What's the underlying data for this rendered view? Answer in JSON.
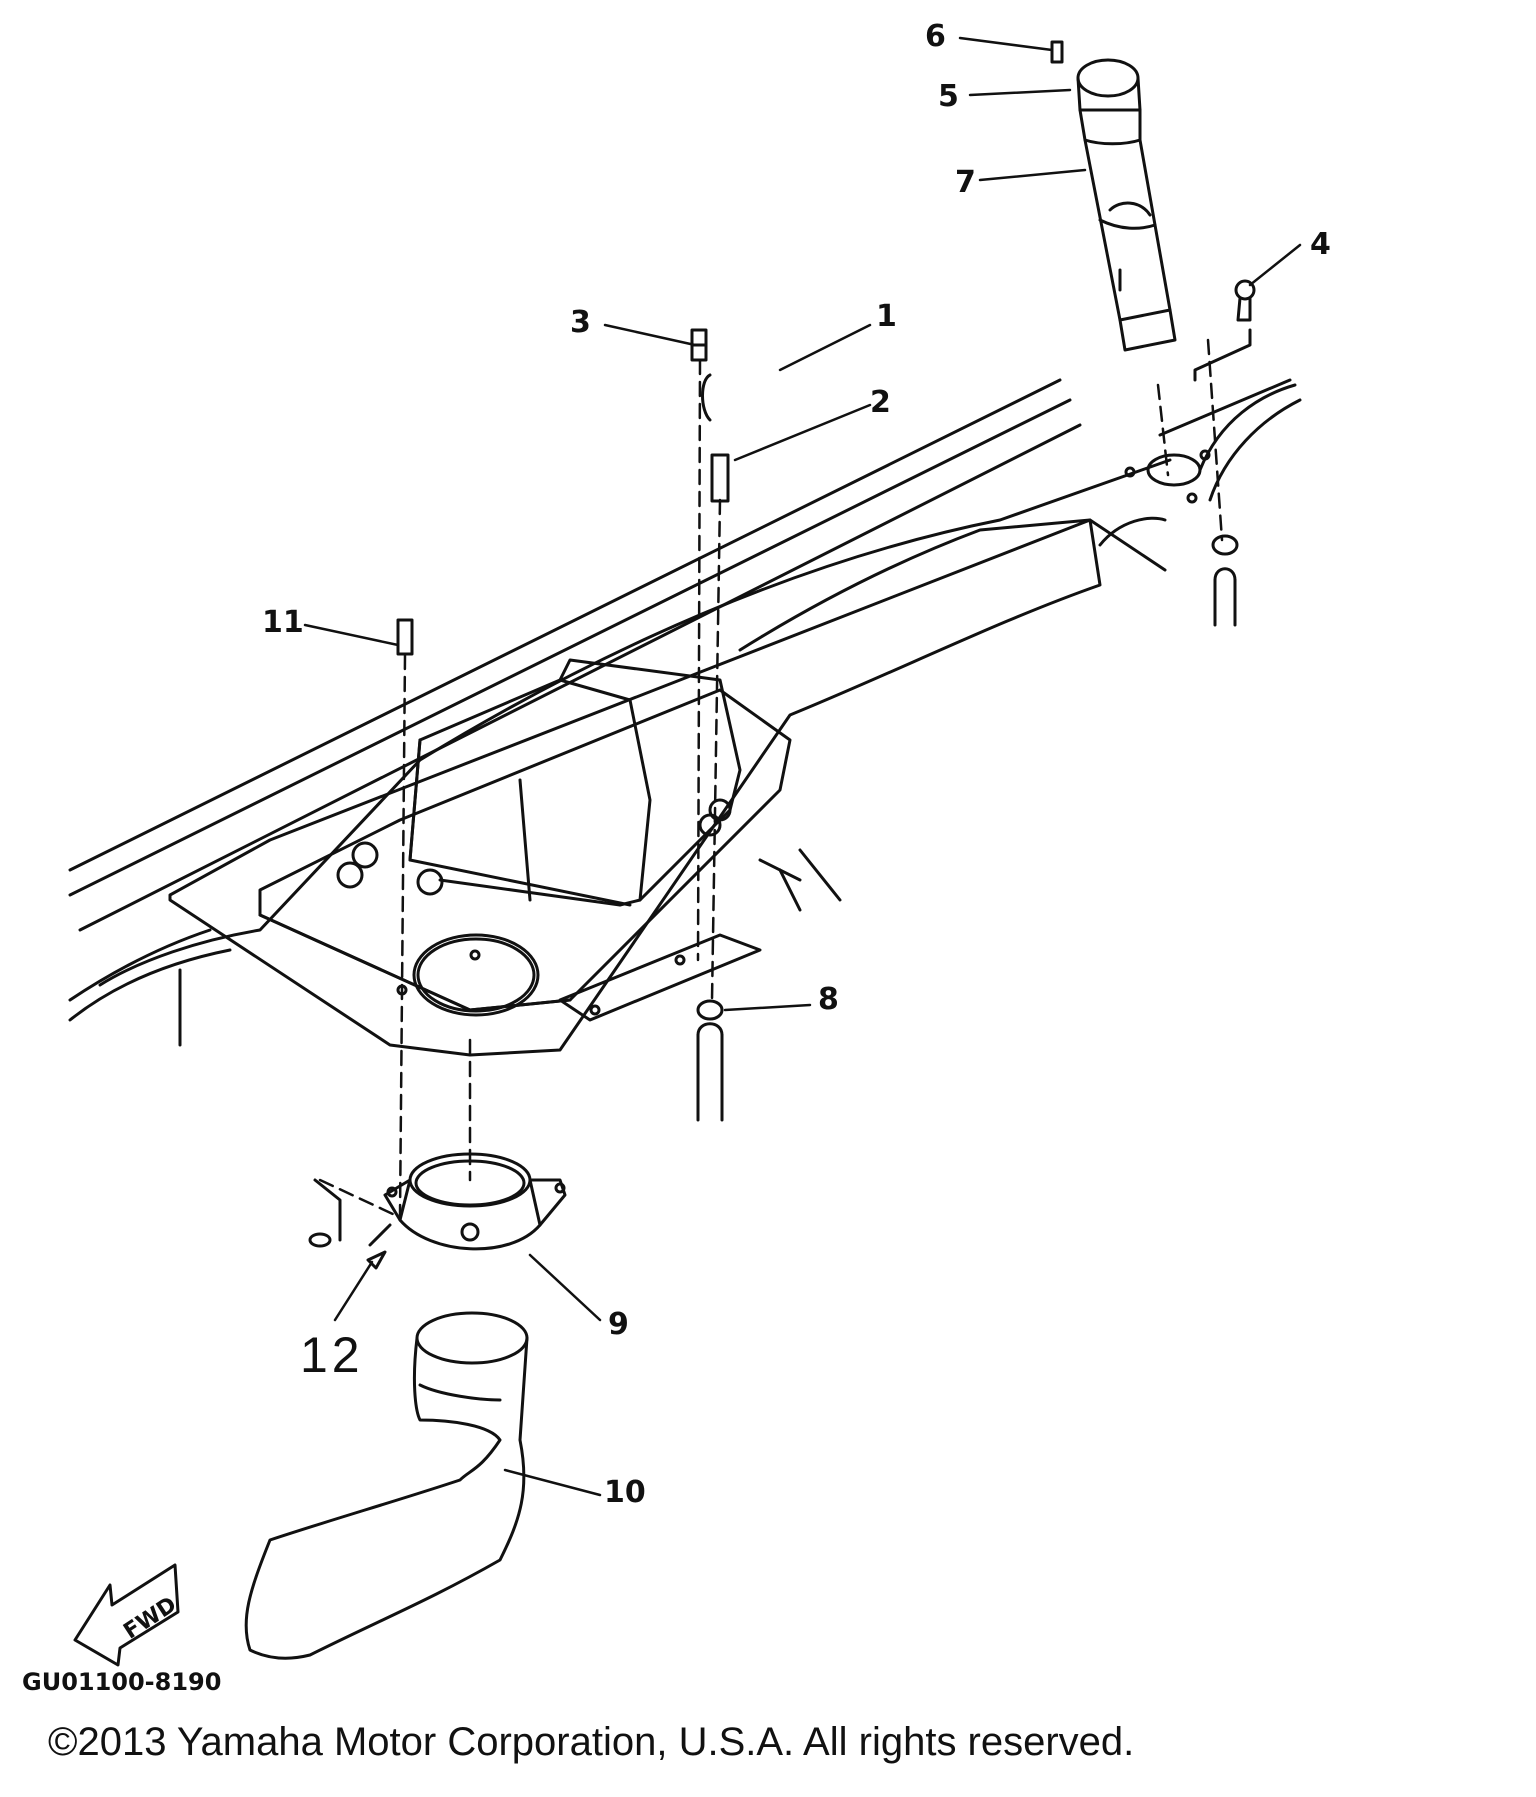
{
  "diagram": {
    "callouts": [
      {
        "id": "1",
        "label": "1"
      },
      {
        "id": "2",
        "label": "2"
      },
      {
        "id": "3",
        "label": "3"
      },
      {
        "id": "4",
        "label": "4"
      },
      {
        "id": "5",
        "label": "5"
      },
      {
        "id": "6",
        "label": "6"
      },
      {
        "id": "7",
        "label": "7"
      },
      {
        "id": "8",
        "label": "8"
      },
      {
        "id": "9",
        "label": "9"
      },
      {
        "id": "10",
        "label": "10"
      },
      {
        "id": "11",
        "label": "11"
      },
      {
        "id": "12",
        "label": "12"
      }
    ],
    "fwd_label": "FWD",
    "drawing_code": "GU01100-8190",
    "copyright": "©2013 Yamaha Motor Corporation, U.S.A. All rights reserved.",
    "colors": {
      "ink": "#111111",
      "paper": "#ffffff"
    }
  }
}
